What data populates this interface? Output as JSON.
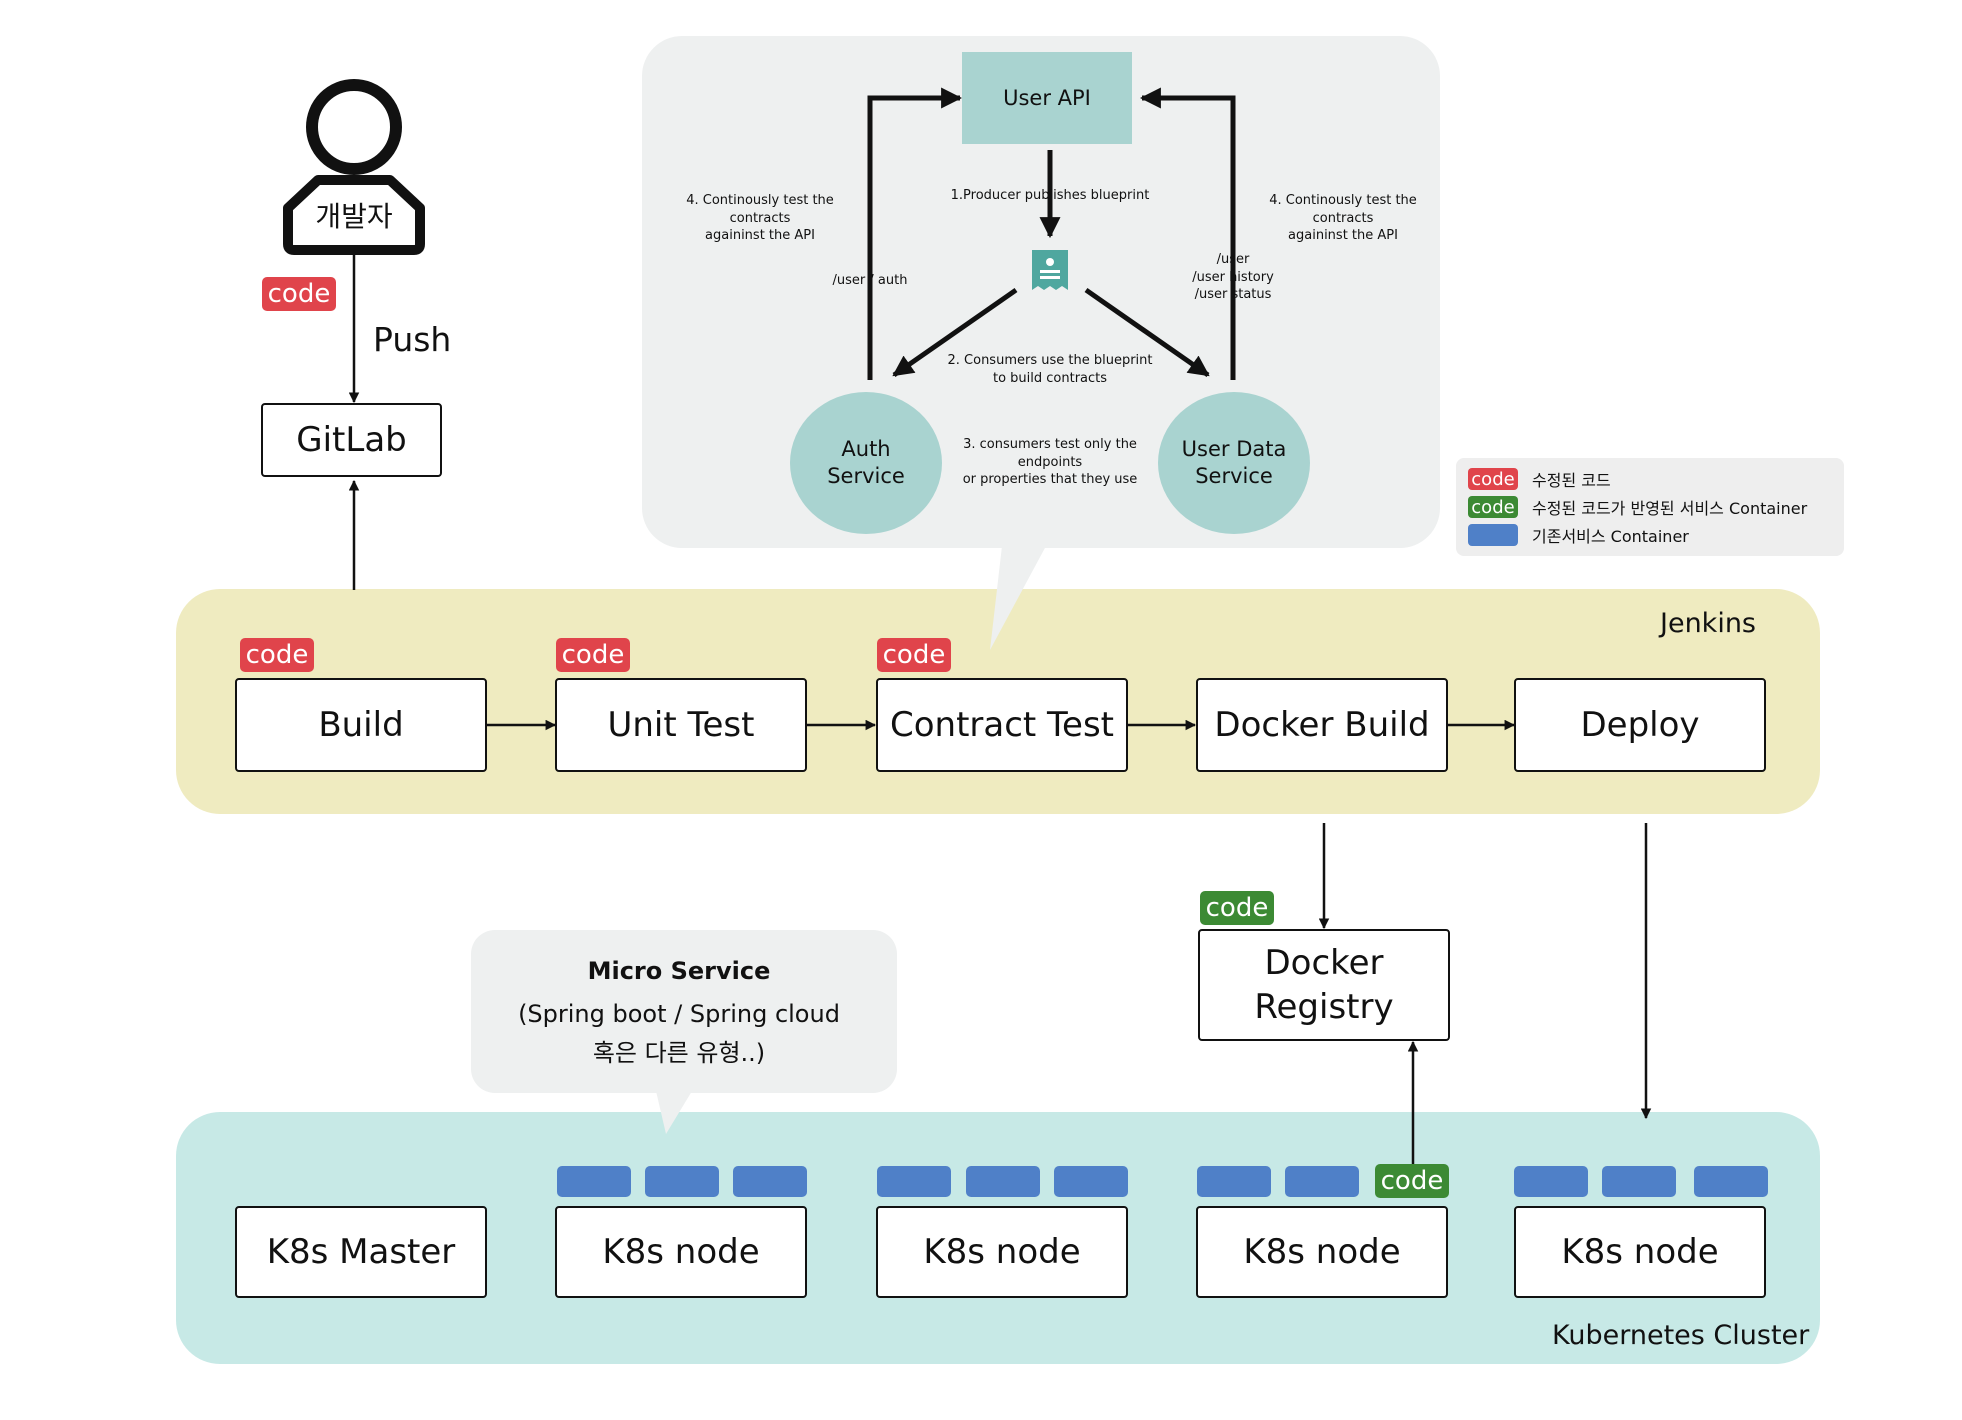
{
  "developer": {
    "label": "개발자",
    "push_label": "Push",
    "badge": "code"
  },
  "gitlab": {
    "label": "GitLab"
  },
  "jenkins": {
    "label": "Jenkins",
    "stages": [
      {
        "label": "Build",
        "badge": "code"
      },
      {
        "label": "Unit Test",
        "badge": "code"
      },
      {
        "label": "Contract Test",
        "badge": "code"
      },
      {
        "label": "Docker Build"
      },
      {
        "label": "Deploy"
      }
    ]
  },
  "contract_detail": {
    "user_api": "User API",
    "auth_service": [
      "Auth",
      "Service"
    ],
    "user_data_service": [
      "User Data",
      "Service"
    ],
    "step1": "1.Producer publishes blueprint",
    "step2": [
      "2. Consumers use the blueprint",
      "to build contracts"
    ],
    "step3": [
      "3. consumers test only the",
      "endpoints",
      "or properties that they use"
    ],
    "step4_left": [
      "4. Continously test the",
      "contracts",
      "againinst the API"
    ],
    "step4_right": [
      "4. Continously test the",
      "contracts",
      "againinst the API"
    ],
    "auth_endpoint": "/user / auth",
    "user_endpoints": [
      "/user",
      "/user history",
      "/user status"
    ]
  },
  "legend": {
    "items": [
      {
        "swatch": "code",
        "color": "#e0444b",
        "text": "수정된 코드"
      },
      {
        "swatch": "code",
        "color": "#3c8a34",
        "text": "수정된 코드가 반영된 서비스 Container"
      },
      {
        "swatch": "",
        "color": "#4f80c8",
        "text": "기존서비스 Container"
      }
    ]
  },
  "docker_registry": {
    "line1": "Docker",
    "line2": "Registry",
    "badge": "code"
  },
  "micro_service": {
    "title": "Micro Service",
    "line1": "(Spring boot / Spring cloud",
    "line2": "혹은 다른 유형..)"
  },
  "k8s": {
    "label": "Kubernetes Cluster",
    "master": "K8s Master",
    "nodes": [
      {
        "label": "K8s node"
      },
      {
        "label": "K8s node"
      },
      {
        "label": "K8s node",
        "badge": "code"
      },
      {
        "label": "K8s node"
      }
    ]
  },
  "colors": {
    "jenkins_bg": "#efebc0",
    "k8s_bg": "#c7e9e6",
    "modified_code": "#e0444b",
    "deployed_container": "#3c8a34",
    "existing_container": "#4f80c8",
    "contract_shape": "#a9d3d0"
  }
}
